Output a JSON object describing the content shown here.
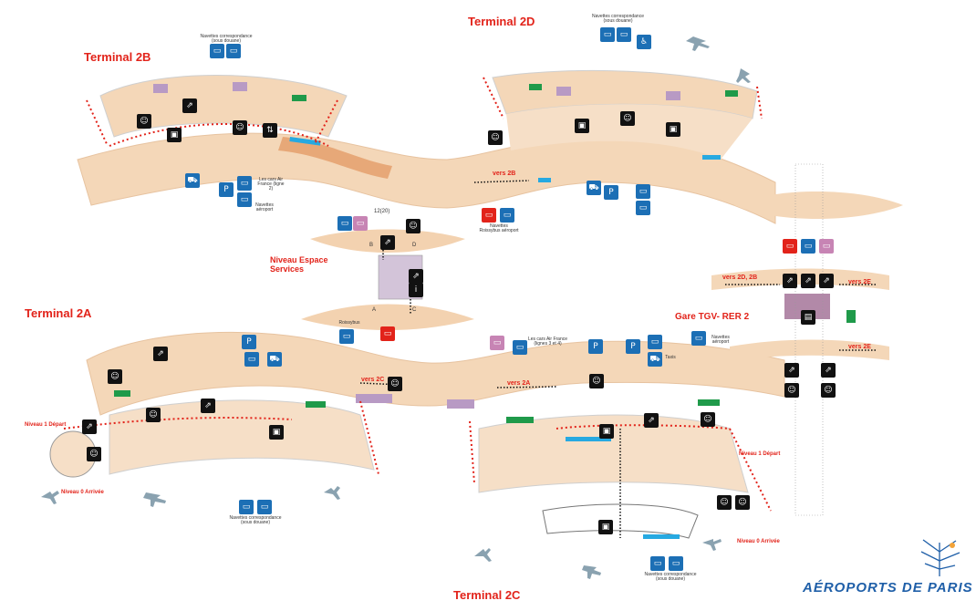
{
  "terminals": {
    "t2a": "Terminal 2A",
    "t2b": "Terminal 2B",
    "t2c": "Terminal 2C",
    "t2d": "Terminal 2D"
  },
  "areas": {
    "espace_services": "Niveau Espace Services",
    "gare": "Gare TGV- RER 2"
  },
  "directions": {
    "vers_2b": "vers 2B",
    "vers_2a": "vers 2A",
    "vers_2c": "vers 2C",
    "vers_2d_2b": "vers 2D, 2B",
    "vers_2e_upper": "vers 2E",
    "vers_2e_lower": "vers 2E"
  },
  "levels": {
    "depart_left": "Niveau 1 Départ",
    "arrivee_left": "Niveau 0 Arrivée",
    "depart_right": "Niveau 1 Départ",
    "arrivee_right": "Niveau 0 Arrivée"
  },
  "shuttles": {
    "t2b_top": "Navettes correspondance (sous douane)",
    "t2d_top": "Navettes correspondance (sous douane)",
    "t2a_bottom": "Navettes correspondance (sous douane)",
    "t2c_bottom": "Navettes correspondance (sous douane)",
    "navettes_aeroport": "Navettes aéroport",
    "navettes_roissybus": "Navettes Roissybus aéroport",
    "roissybus": "Roissybus",
    "les_cars_af_2": "Les cars Air France (ligne 2)",
    "les_cars_af_34": "Les cars Air France (lignes 3 et 4)",
    "taxis": "Taxis",
    "navettes_aeroport_right": "Navettes aéroport"
  },
  "walkway": {
    "a": "A",
    "b": "B",
    "c": "C",
    "d": "D",
    "gate_12_20": "12(20)"
  },
  "brand": "AÉROPORTS DE PARIS",
  "colors": {
    "terminal_fill": "#f4d7b8",
    "corridor": "#e7a878",
    "label_red": "#e2231a",
    "brand_blue": "#1f5fa8",
    "shop_purple": "#b89ac4",
    "gate_green": "#1f9a4a",
    "water_blue": "#27a9e1"
  }
}
